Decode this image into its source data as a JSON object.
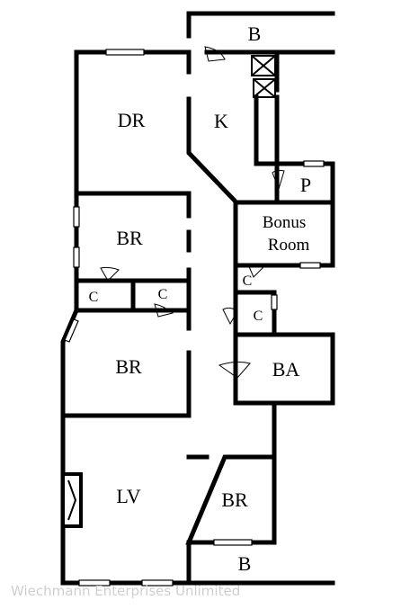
{
  "rooms": {
    "dining": "DR",
    "kitchen": "K",
    "pantry": "P",
    "bonus_line1": "Bonus",
    "bonus_line2": "Room",
    "bedroom_upper": "BR",
    "bedroom_middle": "BR",
    "bedroom_lower": "BR",
    "closet_a": "C",
    "closet_b": "C",
    "closet_c": "C",
    "closet_d": "C",
    "bath": "BA",
    "living": "LV",
    "balcony_top": "B",
    "balcony_bottom": "B"
  },
  "watermark": "Wiechmann Enterprises Unlimited",
  "colors": {
    "wall": "#000000",
    "background": "#ffffff",
    "watermark": "#cfcfcf"
  }
}
